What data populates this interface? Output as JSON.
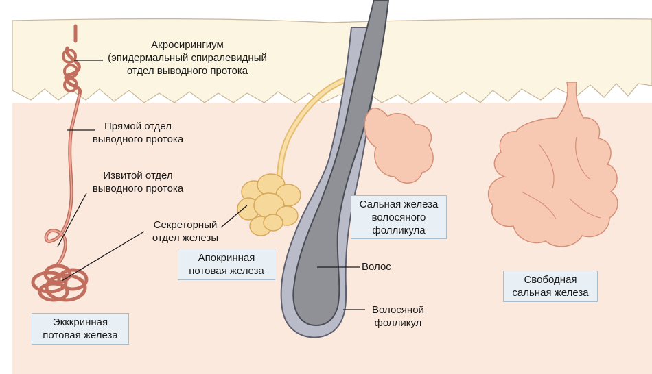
{
  "labels": {
    "acrosyringium": [
      "Акросирингиум",
      "(эпидермальный спиралевидный",
      "отдел выводного протока"
    ],
    "straight_duct": [
      "Прямой отдел",
      "выводного протока"
    ],
    "coiled_duct": [
      "Извитой отдел",
      "выводного протока"
    ],
    "secretory": [
      "Секреторный",
      "отдел железы"
    ],
    "hair": [
      "Волос"
    ],
    "follicle": [
      "Волосяной",
      "фолликул"
    ]
  },
  "boxes": {
    "eccrine": [
      "Экккринная",
      "потовая железа"
    ],
    "apocrine": [
      "Апокринная",
      "потовая железа"
    ],
    "follicle_sebaceous": [
      "Сальная железа",
      "волосяного",
      "фолликула"
    ],
    "free_sebaceous": [
      "Свободная",
      "сальная железа"
    ]
  },
  "colors": {
    "epidermis": "#fcf5e1",
    "dermis": "#fbe9dd",
    "eccrine_duct": "#d98a7a",
    "apocrine_duct": "#f6d89a",
    "sebaceous": "#f8c9b2",
    "hair": "#8f9197",
    "box_fill": "#e9f0f5"
  }
}
